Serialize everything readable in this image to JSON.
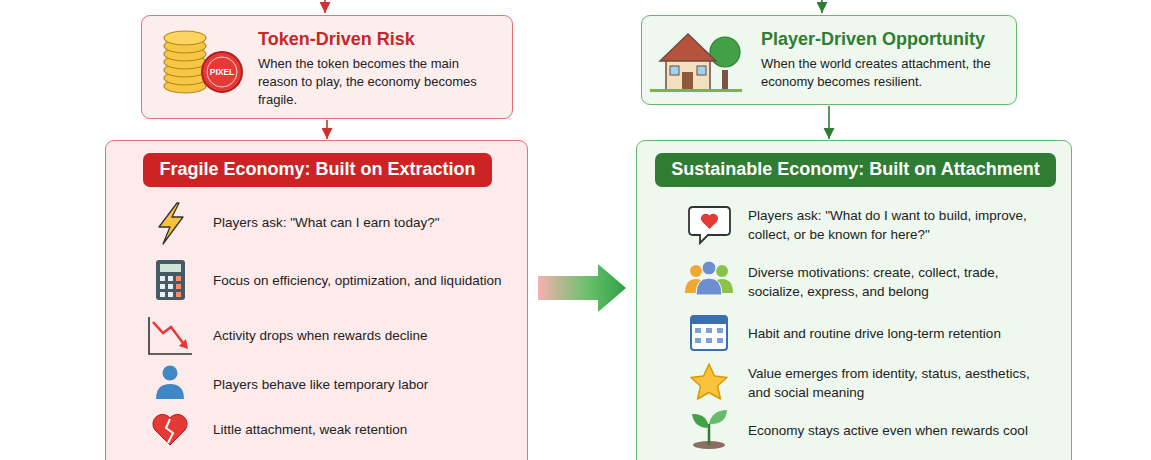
{
  "diagram": {
    "nodes": [
      {
        "text": [
          "Token-Driven Risk",
          "When the token becomes the main reason to play, the economy becomes fragile."
        ]
      },
      {
        "text": [
          "Player-Driven Opportunity",
          "When the world creates attachment, the economy becomes resilient."
        ]
      },
      {
        "text": [
          "Players ask: \"What can I earn today?\"",
          "Focus on efficiency, optimization, and liquidation",
          "Activity drops when rewards decline",
          "Players behave like temporary labor",
          "Little attachment, weak retention"
        ]
      },
      {
        "text": [
          "Fragile Economy: Built on Extraction"
        ],
        "in": 2
      },
      {
        "text": [
          "Players ask: \"What do I want to build, improve, collect, or be known for here?\"",
          "Diverse motivations: create, collect, trade, socialize, express, and belong",
          "Habit and routine drive long-term retention",
          "Value emerges from identity, status, aesthetics, and social meaning",
          "Economy stays active even when rewards cool"
        ]
      },
      {
        "text": [
          "Sustainable Economy: Built on Attachment"
        ],
        "in": 4
      }
    ],
    "edges": [
      {
        "from": 0,
        "to": 2,
        "arrow": "to"
      },
      {
        "from": 1,
        "to": 4,
        "arrow": "to"
      },
      {
        "from": 2,
        "to": 4,
        "arrow": "to"
      }
    ],
    "labels": [
      "PIXEL"
    ]
  }
}
